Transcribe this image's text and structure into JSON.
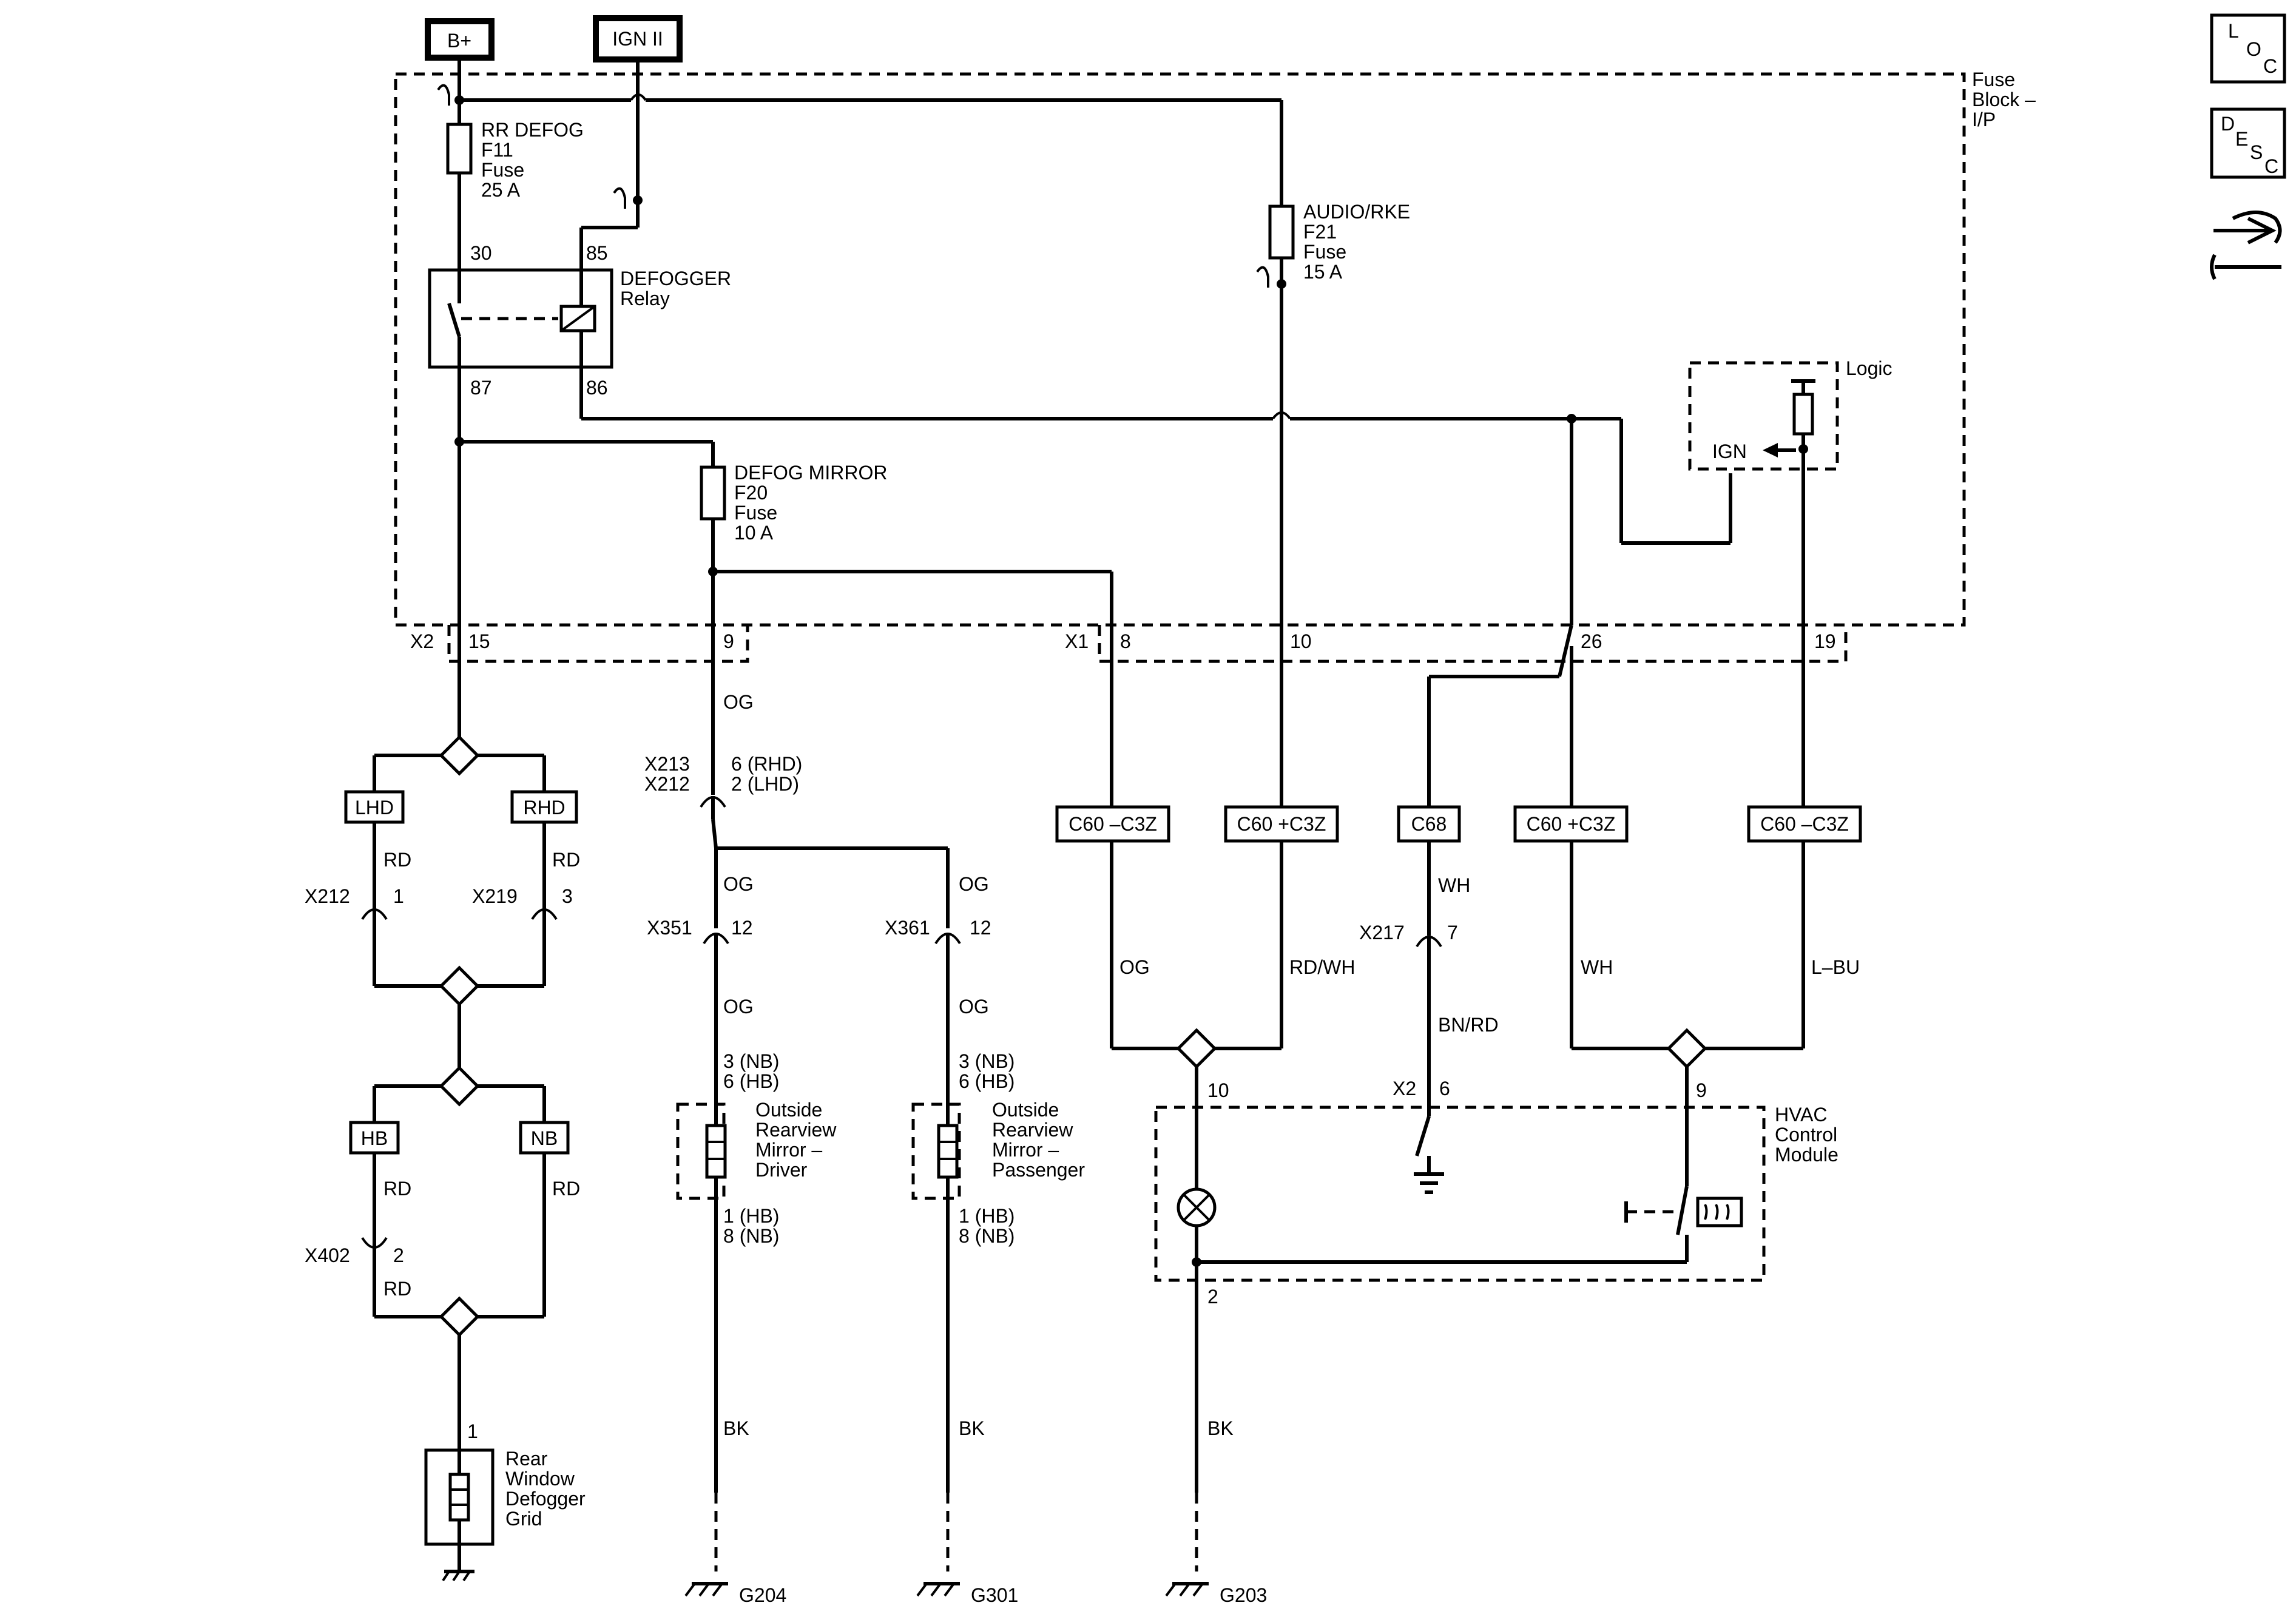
{
  "power": {
    "bplus": "B+",
    "ign2": "IGN II"
  },
  "fuse_block": {
    "l1": "Fuse",
    "l2": "Block –",
    "l3": "I/P"
  },
  "f11": {
    "l1": "RR DEFOG",
    "l2": "F11",
    "l3": "Fuse",
    "l4": "25 A"
  },
  "f21": {
    "l1": "AUDIO/RKE",
    "l2": "F21",
    "l3": "Fuse",
    "l4": "15 A"
  },
  "f20": {
    "l1": "DEFOG MIRROR",
    "l2": "F20",
    "l3": "Fuse",
    "l4": "10 A"
  },
  "relay": {
    "l1": "DEFOGGER",
    "l2": "Relay",
    "p30": "30",
    "p85": "85",
    "p87": "87",
    "p86": "86"
  },
  "logic": {
    "label": "Logic",
    "ign": "IGN"
  },
  "x2": {
    "name": "X2",
    "p15": "15",
    "p9": "9"
  },
  "x1": {
    "name": "X1",
    "p8": "8",
    "p10": "10",
    "p26": "26",
    "p19": "19"
  },
  "opts": {
    "lhd": "LHD",
    "rhd": "RHD",
    "hb": "HB",
    "nb": "NB",
    "c60m": "C60 –C3Z",
    "c60p": "C60 +C3Z",
    "c68": "C68"
  },
  "conn": {
    "x212": "X212",
    "x212p": "1",
    "x219": "X219",
    "x219p": "3",
    "x402": "X402",
    "x402p": "2",
    "x213": "X213",
    "x213p": "6 (RHD)",
    "x212b": "X212",
    "x212bp": "2 (LHD)",
    "x351": "X351",
    "x351p": "12",
    "x361": "X361",
    "x361p": "12",
    "x217": "X217",
    "x217p": "7",
    "x2b": "X2",
    "x2bp": "6",
    "p10": "10",
    "p9": "9",
    "p2": "2",
    "p1": "1"
  },
  "colors": {
    "rd": "RD",
    "og": "OG",
    "wh": "WH",
    "bk": "BK",
    "rdwh": "RD/WH",
    "bnrd": "BN/RD",
    "lbu": "L–BU"
  },
  "mirror_driver": {
    "pins_top1": "3 (NB)",
    "pins_top2": "6 (HB)",
    "l1": "Outside",
    "l2": "Rearview",
    "l3": "Mirror –",
    "l4": "Driver",
    "pins_bot1": "1 (HB)",
    "pins_bot2": "8 (NB)"
  },
  "mirror_pass": {
    "pins_top1": "3 (NB)",
    "pins_top2": "6 (HB)",
    "l1": "Outside",
    "l2": "Rearview",
    "l3": "Mirror –",
    "l4": "Passenger",
    "pins_bot1": "1 (HB)",
    "pins_bot2": "8 (NB)"
  },
  "grid": {
    "l1": "Rear",
    "l2": "Window",
    "l3": "Defogger",
    "l4": "Grid"
  },
  "hvac": {
    "l1": "HVAC",
    "l2": "Control",
    "l3": "Module"
  },
  "grounds": {
    "g204": "G204",
    "g301": "G301",
    "g203": "G203"
  },
  "icons": {
    "loc": {
      "a": "L",
      "b": "O",
      "c": "C"
    },
    "desc": {
      "a": "D",
      "b": "E",
      "c": "S",
      "d": "C"
    }
  }
}
